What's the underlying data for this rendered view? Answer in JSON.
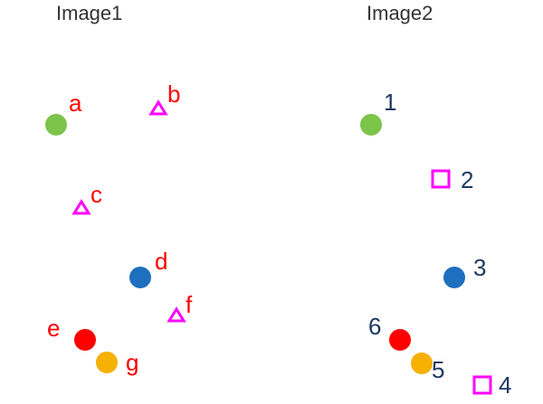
{
  "colors": {
    "label_red": "#ff0000",
    "label_navy": "#1f3864",
    "title": "#333333",
    "green": "#7cc44a",
    "magenta": "#ff00ff",
    "blue": "#1f6fbf",
    "red": "#ff0000",
    "orange": "#f5b000"
  },
  "panels": [
    {
      "title": "Image1",
      "markers": [
        {
          "label": "a",
          "shape": "circle",
          "color": "green"
        },
        {
          "label": "b",
          "shape": "triangle",
          "color": "magenta"
        },
        {
          "label": "c",
          "shape": "triangle",
          "color": "magenta"
        },
        {
          "label": "d",
          "shape": "circle",
          "color": "blue"
        },
        {
          "label": "f",
          "shape": "triangle",
          "color": "magenta"
        },
        {
          "label": "e",
          "shape": "circle",
          "color": "red"
        },
        {
          "label": "g",
          "shape": "circle",
          "color": "orange"
        }
      ]
    },
    {
      "title": "Image2",
      "markers": [
        {
          "label": "1",
          "shape": "circle",
          "color": "green"
        },
        {
          "label": "2",
          "shape": "square",
          "color": "magenta"
        },
        {
          "label": "3",
          "shape": "circle",
          "color": "blue"
        },
        {
          "label": "6",
          "shape": "circle",
          "color": "red"
        },
        {
          "label": "5",
          "shape": "circle",
          "color": "orange"
        },
        {
          "label": "4",
          "shape": "square",
          "color": "magenta"
        }
      ]
    }
  ]
}
